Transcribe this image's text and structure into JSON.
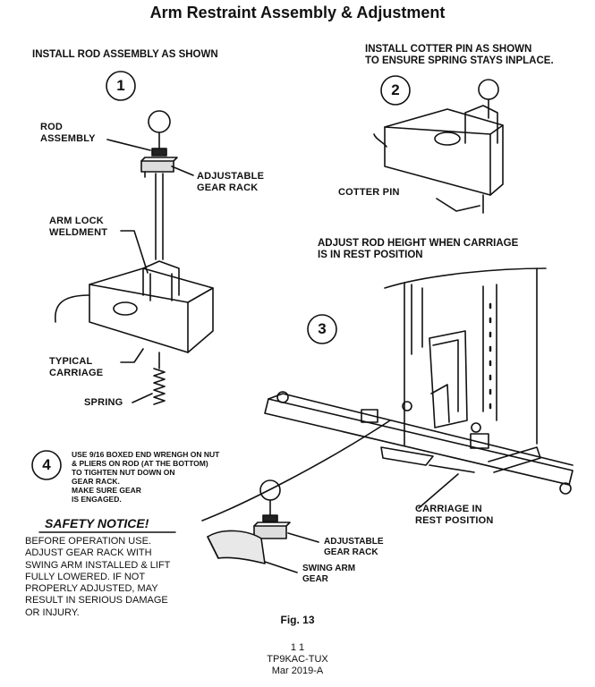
{
  "title": "Arm Restraint Assembly & Adjustment",
  "steps": [
    {
      "number": "1",
      "instruction": "INSTALL ROD ASSEMBLY AS SHOWN"
    },
    {
      "number": "2",
      "instruction": "INSTALL COTTER PIN AS SHOWN\nTO ENSURE SPRING STAYS INPLACE."
    },
    {
      "number": "3",
      "instruction": "ADJUST ROD HEIGHT WHEN CARRIAGE\nIS IN REST POSITION"
    },
    {
      "number": "4",
      "instruction": "USE 9/16 BOXED END WRENGH ON NUT\n& PLIERS ON ROD (AT THE BOTTOM)\nTO TIGHTEN NUT DOWN ON\nGEAR RACK.\nMAKE SURE GEAR\nIS ENGAGED."
    }
  ],
  "labels": {
    "rod_assembly": "ROD\nASSEMBLY",
    "adjustable_gear_rack_1": "ADJUSTABLE\nGEAR RACK",
    "arm_lock_weldment": "ARM LOCK\nWELDMENT",
    "typical_carriage": "TYPICAL\nCARRIAGE",
    "spring": "SPRING",
    "cotter_pin": "COTTER PIN",
    "carriage_rest": "CARRIAGE IN\nREST POSITION",
    "adjustable_gear_rack_4": "ADJUSTABLE\nGEAR RACK",
    "swing_arm_gear": "SWING ARM\nGEAR"
  },
  "safety": {
    "heading": "SAFETY NOTICE!",
    "body": "BEFORE OPERATION USE.\nADJUST GEAR RACK WITH\nSWING ARM INSTALLED & LIFT\nFULLY LOWERED. IF NOT\nPROPERLY ADJUSTED, MAY\nRESULT IN SERIOUS DAMAGE\nOR INJURY."
  },
  "figure_caption": "Fig. 13",
  "footer": {
    "page": "1 1",
    "model": "TP9KAC-TUX",
    "date": "Mar 2019-A"
  }
}
